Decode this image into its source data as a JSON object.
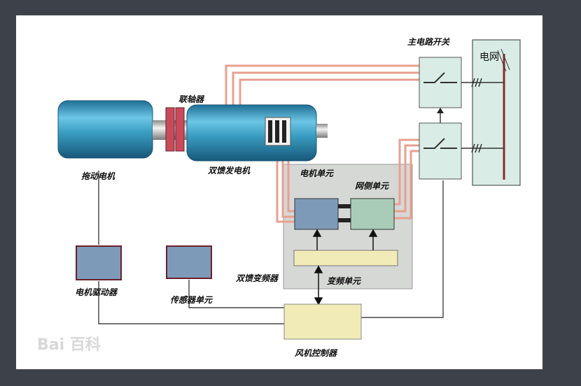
{
  "labels": {
    "drive_motor": "拖动电机",
    "coupling": "联轴器",
    "dfig": "双馈发电机",
    "main_switch": "主电路开关",
    "grid": "电网",
    "motor_unit": "电机单元",
    "grid_unit": "网侧单元",
    "converter": "双馈变频器",
    "inverter_unit": "变频单元",
    "motor_driver": "电机驱动器",
    "sensor_unit": "传感器单元",
    "wind_controller": "风机控制器"
  },
  "watermark": "Bai 百科",
  "colors": {
    "background": "#3d4149",
    "machine": "#3a9ec2",
    "power_line": "#e8a090",
    "enclosure": "#d6d8d6",
    "switch_box": "#d9ece6",
    "unit_box": "#7d9bb8",
    "grid_side_box": "#a8ccb8",
    "yellow_box": "#f1ebb8",
    "grid_bus": "#8b2e2e"
  }
}
